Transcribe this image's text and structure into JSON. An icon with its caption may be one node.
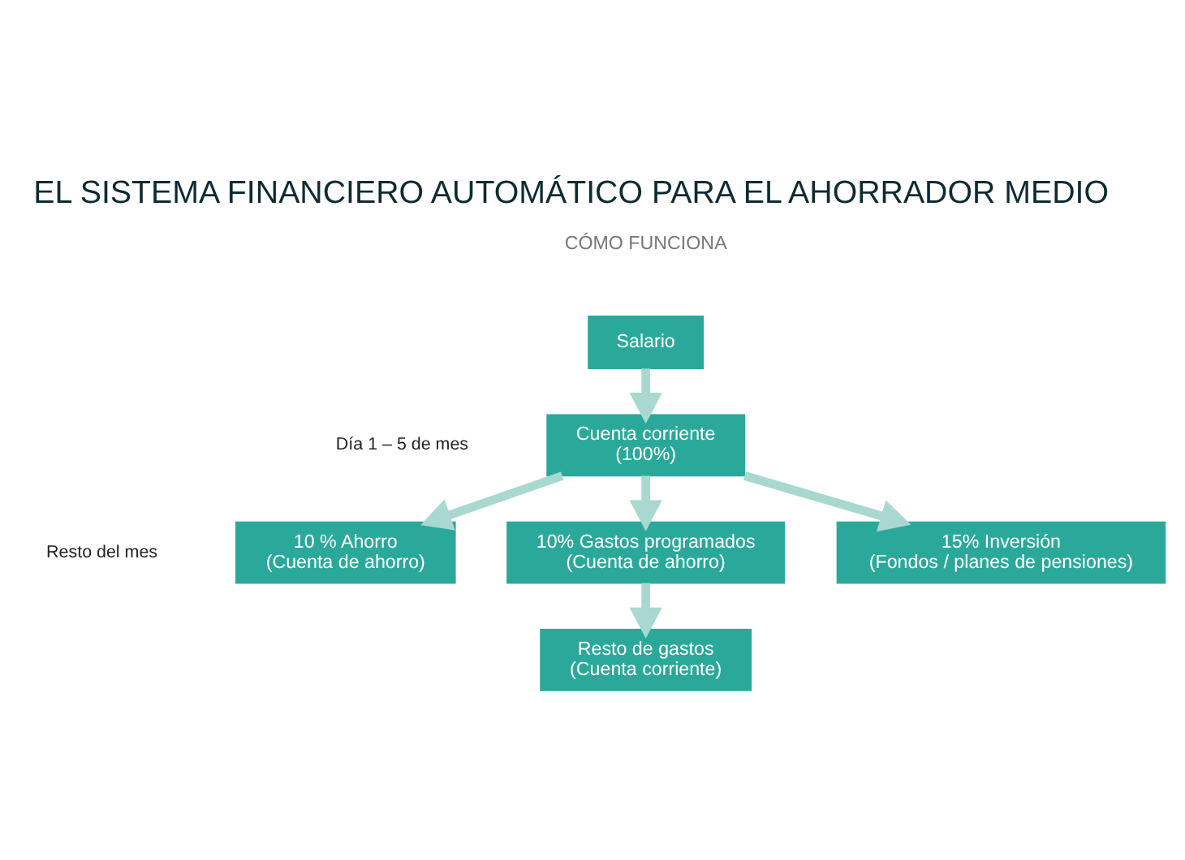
{
  "diagram": {
    "title": "EL SISTEMA FINANCIERO AUTOMÁTICO PARA EL AHORRADOR MEDIO",
    "nodes": [
      {
        "text": [
          "Salario"
        ]
      },
      {
        "text": [
          "Cuenta corriente",
          "(100%)"
        ]
      },
      {
        "text": [
          "10 % Ahorro",
          "(Cuenta de ahorro)"
        ]
      },
      {
        "text": [
          "10% Gastos programados",
          "(Cuenta de ahorro)"
        ]
      },
      {
        "text": [
          "15% Inversión",
          "(Fondos / planes de pensiones)"
        ]
      },
      {
        "text": [
          "Resto de gastos",
          "(Cuenta corriente)"
        ]
      }
    ],
    "edges": [
      {
        "from": 0,
        "to": 1,
        "arrow": "to"
      },
      {
        "from": 1,
        "to": 2,
        "arrow": "to"
      },
      {
        "from": 1,
        "to": 3,
        "arrow": "to"
      },
      {
        "from": 1,
        "to": 4,
        "arrow": "to"
      },
      {
        "from": 3,
        "to": 5,
        "arrow": "to"
      }
    ],
    "labels": [
      "CÓMO FUNCIONA",
      "Día 1 – 5 de mes",
      "Resto del mes"
    ]
  }
}
